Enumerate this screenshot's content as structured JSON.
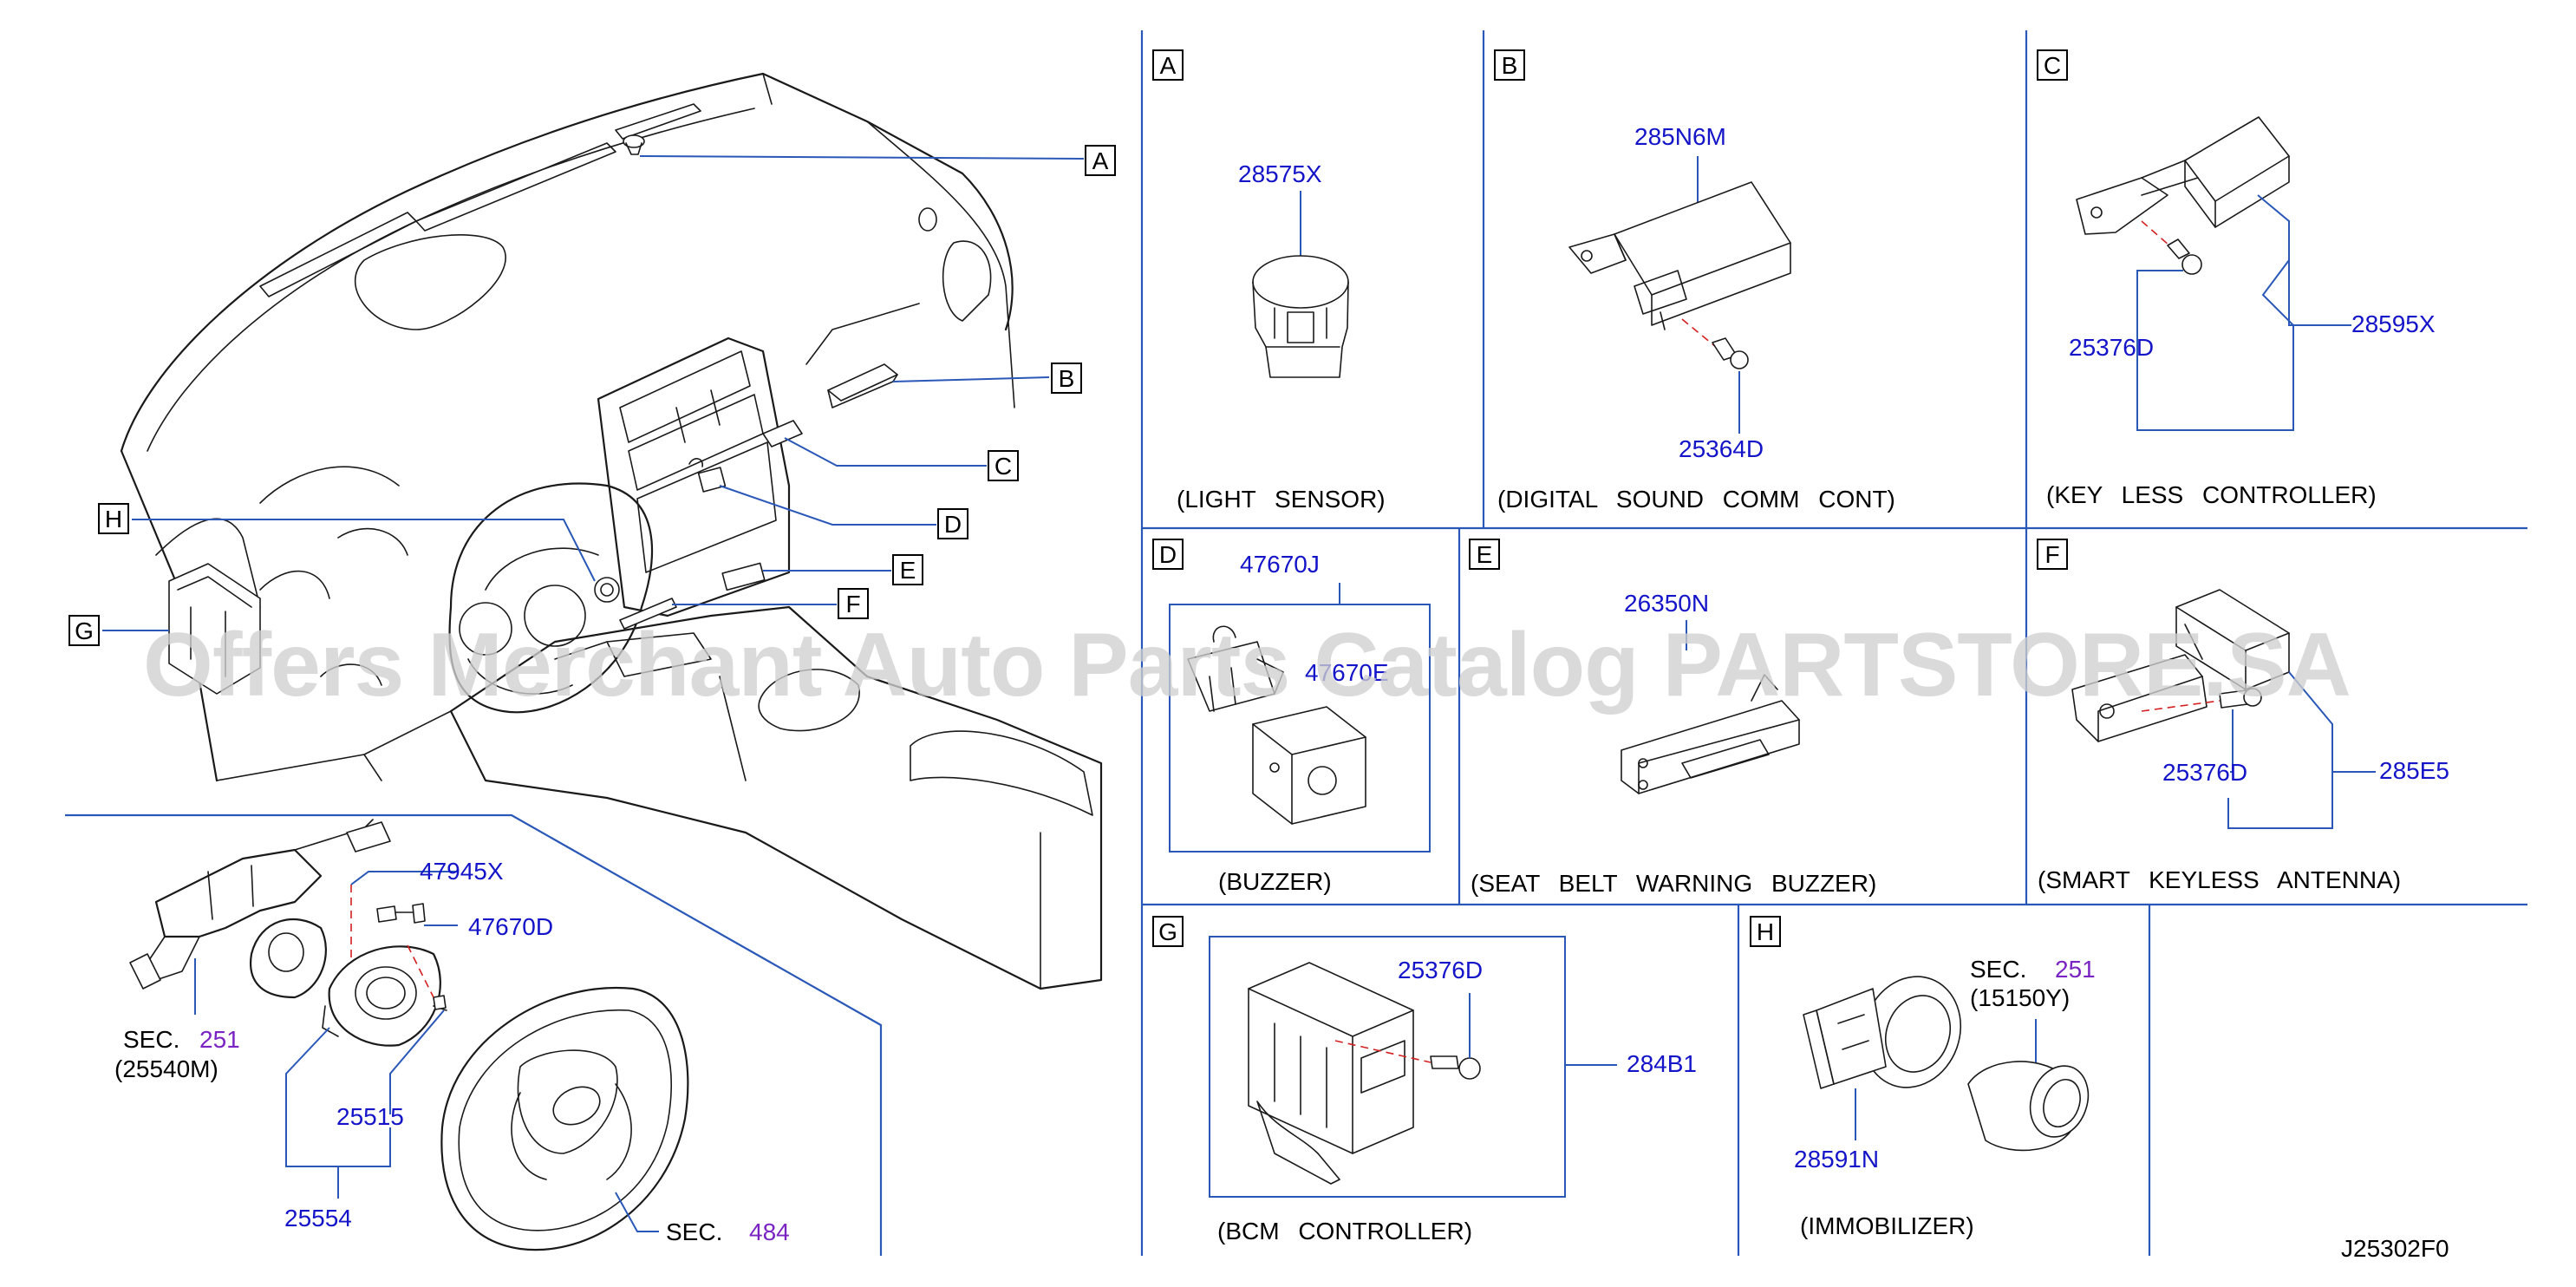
{
  "diagram_code": "J25302F0",
  "watermark": "Offers Merchant Auto Parts Catalog PARTSTORE.SA",
  "overview": {
    "callouts": [
      "A",
      "B",
      "C",
      "D",
      "E",
      "F",
      "G",
      "H"
    ]
  },
  "steering_area": {
    "parts": [
      "47945X",
      "47670D",
      "25515",
      "25554"
    ],
    "sec_word": "SEC.",
    "sec_251": "251",
    "sec_251_part": "(25540M)",
    "sec_484": "484"
  },
  "panels": [
    {
      "letter": "A",
      "caption": "(LIGHT SENSOR)",
      "parts": [
        "28575X"
      ]
    },
    {
      "letter": "B",
      "caption": "(DIGITAL SOUND COMM CONT)",
      "parts": [
        "285N6M",
        "25364D"
      ]
    },
    {
      "letter": "C",
      "caption": "(KEY LESS CONTROLLER)",
      "parts": [
        "25376D",
        "28595X"
      ]
    },
    {
      "letter": "D",
      "caption": "(BUZZER)",
      "parts": [
        "47670J",
        "47670E"
      ]
    },
    {
      "letter": "E",
      "caption": "(SEAT BELT WARNING BUZZER)",
      "parts": [
        "26350N"
      ]
    },
    {
      "letter": "F",
      "caption": "(SMART KEYLESS ANTENNA)",
      "parts": [
        "25376D",
        "285E5"
      ]
    },
    {
      "letter": "G",
      "caption": "(BCM CONTROLLER)",
      "parts": [
        "25376D",
        "284B1"
      ]
    },
    {
      "letter": "H",
      "caption": "(IMMOBILIZER)",
      "parts": [
        "28591N"
      ],
      "sec_word": "SEC.",
      "sec_ref": "251",
      "sec_part": "(15150Y)"
    }
  ],
  "colors": {
    "part_number": "#1414c8",
    "section_ref": "#7a24c4",
    "leader": "#2a58b8",
    "dashed_axis": "#d42020"
  }
}
